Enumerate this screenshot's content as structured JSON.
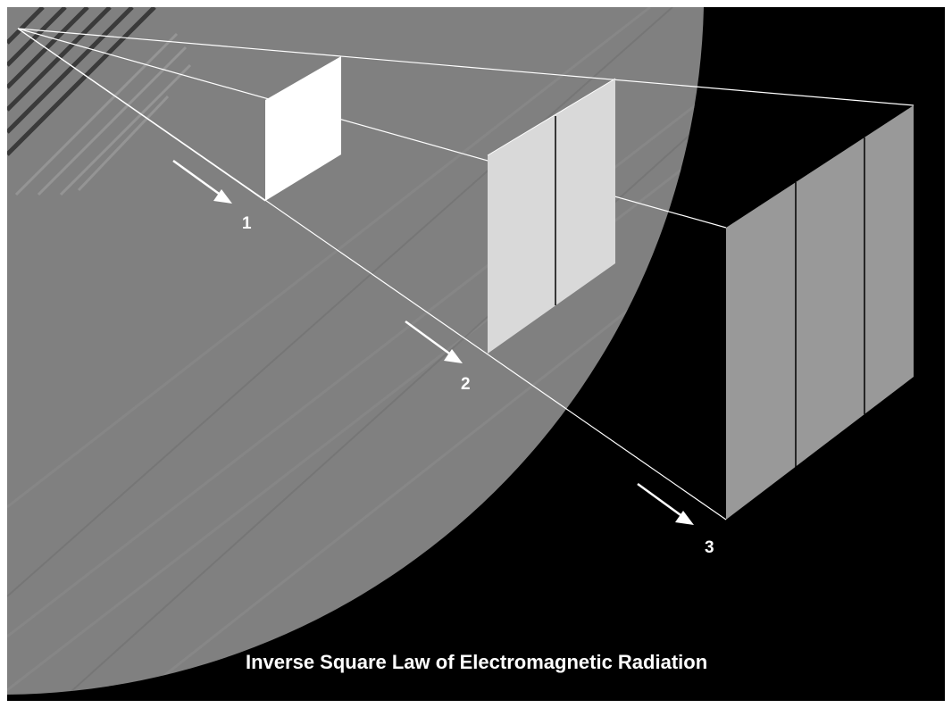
{
  "diagram": {
    "title": "Inverse Square Law of Electromagnetic Radiation",
    "markers": [
      {
        "label": "1"
      },
      {
        "label": "2"
      },
      {
        "label": "3"
      }
    ],
    "planes": [
      {
        "subdivisions": 1
      },
      {
        "subdivisions": 2
      },
      {
        "subdivisions": 3
      }
    ],
    "colors": {
      "background": "#000000",
      "globe": "#808080",
      "plane_1": "#ffffff",
      "plane_2": "#d9d9d9",
      "plane_3": "#999999",
      "rays": "#ffffff"
    }
  }
}
